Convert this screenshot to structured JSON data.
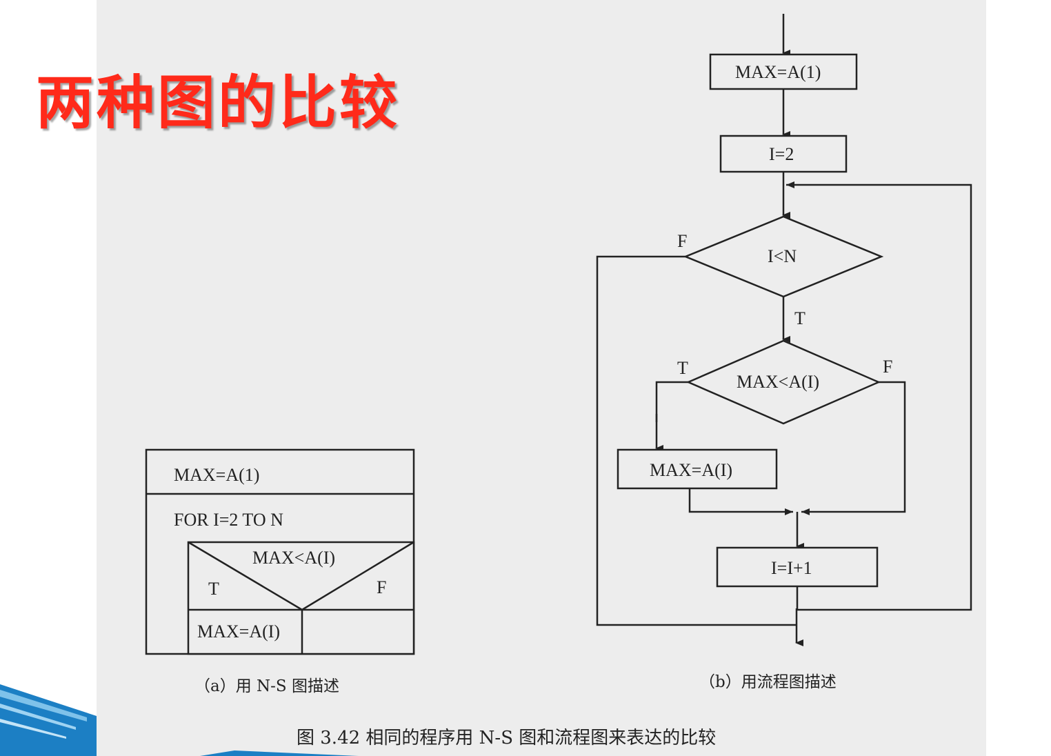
{
  "slide": {
    "title": "两种图的比较"
  },
  "ns_diagram": {
    "row1": "MAX=A(1)",
    "loop": "FOR  I=2  TO  N",
    "condition": "MAX<A(I)",
    "true_label": "T",
    "false_label": "F",
    "true_action": "MAX=A(I)",
    "caption": "（a）用 N-S 图描述"
  },
  "flowchart": {
    "init_max": "MAX=A(1)",
    "init_i": "I=2",
    "loop_condition": "I<N",
    "loop_false": "F",
    "loop_true": "T",
    "compare_condition": "MAX<A(I)",
    "compare_true": "T",
    "compare_false": "F",
    "assign": "MAX=A(I)",
    "increment": "I=I+1",
    "caption": "（b）用流程图描述"
  },
  "figure_caption": "图 3.42   相同的程序用 N-S 图和流程图来表达的比较",
  "decoration": {
    "colors": {
      "title_red": "#ff2a1a",
      "scan_gray": "#ededed",
      "corner_blue": "#1c7fc4"
    }
  }
}
